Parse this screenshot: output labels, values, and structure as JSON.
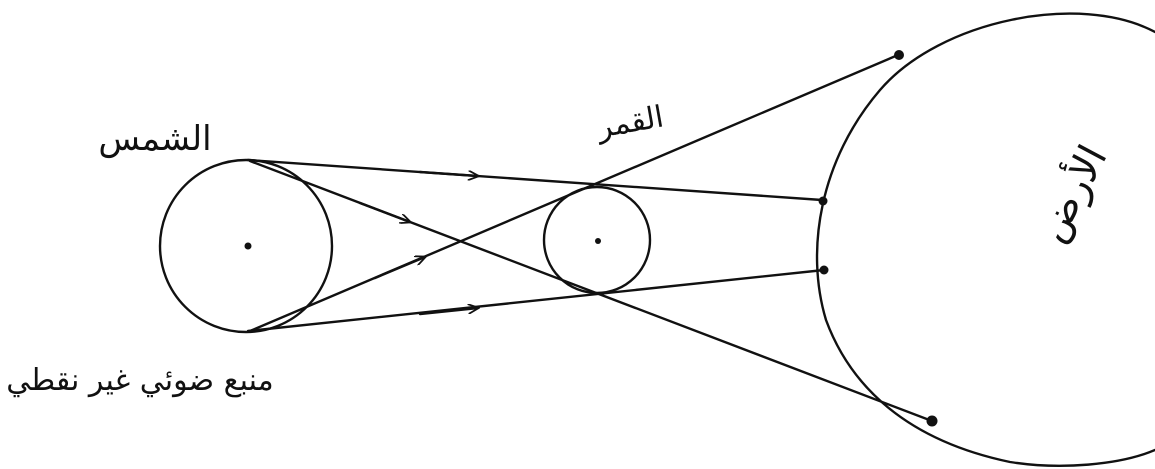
{
  "labels": {
    "sun": "الشمس",
    "moon": "القمر",
    "earth": "الأرض",
    "source": "منبع ضوئي غير نقطي"
  },
  "colors": {
    "ink": "#111111",
    "paper": "#ffffff"
  }
}
